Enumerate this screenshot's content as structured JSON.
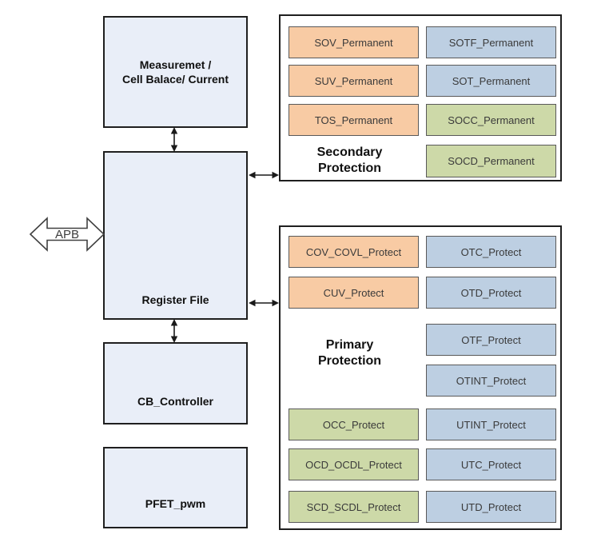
{
  "diagram": {
    "blocks": {
      "measurement": {
        "label_line1": "Measuremet /",
        "label_line2": "Cell Balace/ Current"
      },
      "register_file": {
        "label": "Register File"
      },
      "cb_controller": {
        "label": "CB_Controller"
      },
      "pfet_pwm": {
        "label": "PFET_pwm"
      }
    },
    "bus": {
      "label": "APB"
    },
    "secondary_protection": {
      "title_line1": "Secondary",
      "title_line2": "Protection",
      "items": [
        {
          "label": "SOV_Permanent",
          "color": "orange"
        },
        {
          "label": "SOTF_Permanent",
          "color": "blue"
        },
        {
          "label": "SUV_Permanent",
          "color": "orange"
        },
        {
          "label": "SOT_Permanent",
          "color": "blue"
        },
        {
          "label": "TOS_Permanent",
          "color": "orange"
        },
        {
          "label": "SOCC_Permanent",
          "color": "green"
        },
        {
          "label": "SOCD_Permanent",
          "color": "green"
        }
      ]
    },
    "primary_protection": {
      "title_line1": "Primary",
      "title_line2": "Protection",
      "items": [
        {
          "label": "COV_COVL_Protect",
          "color": "orange"
        },
        {
          "label": "OTC_Protect",
          "color": "blue"
        },
        {
          "label": "CUV_Protect",
          "color": "orange"
        },
        {
          "label": "OTD_Protect",
          "color": "blue"
        },
        {
          "label": "OTF_Protect",
          "color": "blue"
        },
        {
          "label": "OTINT_Protect",
          "color": "blue"
        },
        {
          "label": "OCC_Protect",
          "color": "green"
        },
        {
          "label": "UTINT_Protect",
          "color": "blue"
        },
        {
          "label": "OCD_OCDL_Protect",
          "color": "green"
        },
        {
          "label": "UTC_Protect",
          "color": "blue"
        },
        {
          "label": "SCD_SCDL_Protect",
          "color": "green"
        },
        {
          "label": "UTD_Protect",
          "color": "blue"
        }
      ]
    },
    "palette": {
      "orange_fill": "#f8cba4",
      "blue_fill": "#bdcfe2",
      "green_fill": "#cdd9a8",
      "block_fill": "#e9eef8"
    }
  }
}
